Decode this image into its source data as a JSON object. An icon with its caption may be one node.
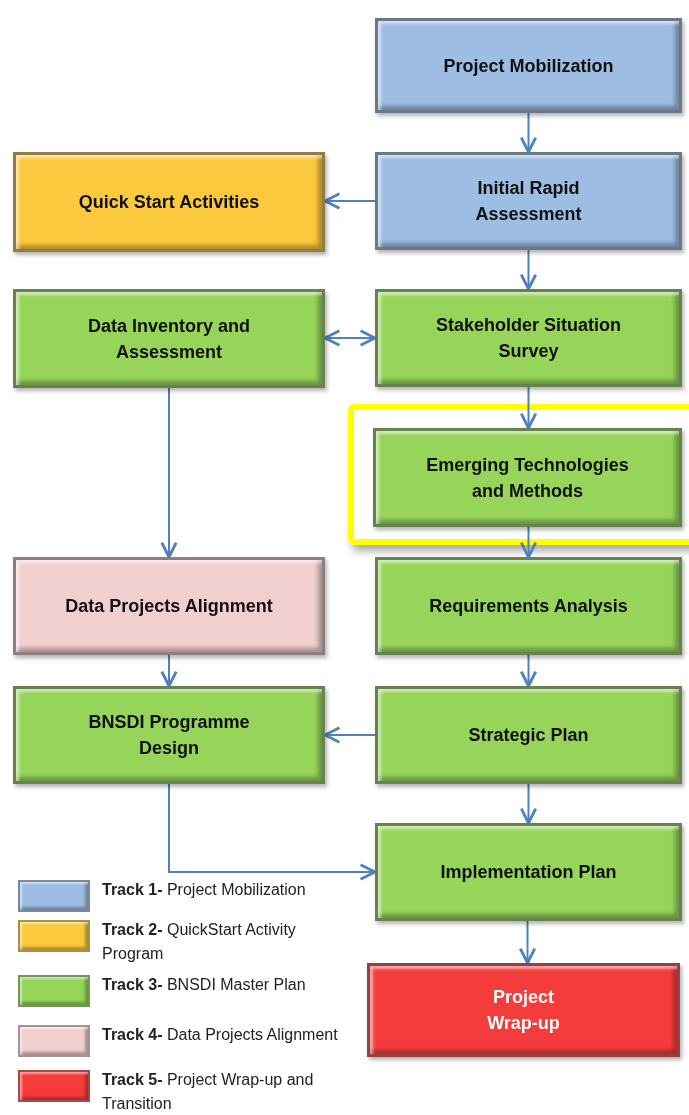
{
  "diagram": {
    "nodes": [
      {
        "text": [
          "Project Mobilization"
        ]
      },
      {
        "text": [
          "Quick Start Activities"
        ]
      },
      {
        "text": [
          "Initial Rapid Assessment"
        ]
      },
      {
        "text": [
          "Data Inventory and Assessment"
        ]
      },
      {
        "text": [
          "Stakeholder Situation Survey"
        ]
      },
      {
        "text": [
          "Emerging Technologies and Methods"
        ]
      },
      {
        "text": [
          "Data Projects Alignment"
        ]
      },
      {
        "text": [
          "Requirements Analysis"
        ]
      },
      {
        "text": [
          "BNSDI Programme Design"
        ]
      },
      {
        "text": [
          "Strategic Plan"
        ]
      },
      {
        "text": [
          "Implementation Plan"
        ]
      },
      {
        "text": [
          "Project Wrap-up"
        ]
      }
    ],
    "edges": [
      {
        "from": 0,
        "to": 2,
        "arrow": "to"
      },
      {
        "from": 2,
        "to": 1,
        "arrow": "to"
      },
      {
        "from": 2,
        "to": 4,
        "arrow": "to"
      },
      {
        "from": 3,
        "to": 4,
        "arrow": "both"
      },
      {
        "from": 4,
        "to": 5,
        "arrow": "to"
      },
      {
        "from": 5,
        "to": 7,
        "arrow": "to"
      },
      {
        "from": 3,
        "to": 6,
        "arrow": "to"
      },
      {
        "from": 6,
        "to": 8,
        "arrow": "to"
      },
      {
        "from": 7,
        "to": 9,
        "arrow": "to"
      },
      {
        "from": 9,
        "to": 8,
        "arrow": "to"
      },
      {
        "from": 9,
        "to": 10,
        "arrow": "to"
      },
      {
        "from": 8,
        "to": 10,
        "arrow": "to"
      },
      {
        "from": 10,
        "to": 11,
        "arrow": "to"
      }
    ],
    "legend": [
      {
        "text": "**Track 1-**  Project Mobilization",
        "color": "#9dbde3"
      },
      {
        "text": "**Track 2-** QuickStart Activity Program",
        "color": "#fbc93d"
      },
      {
        "text": "**Track 3-** BNSDI Master Plan",
        "color": "#96d45a"
      },
      {
        "text": "**Track 4-** Data Projects Alignment",
        "color": "#f2cfcf"
      },
      {
        "text": "**Track 5-** Project Wrap-up and Transition",
        "color": "#f53c3c"
      }
    ]
  }
}
